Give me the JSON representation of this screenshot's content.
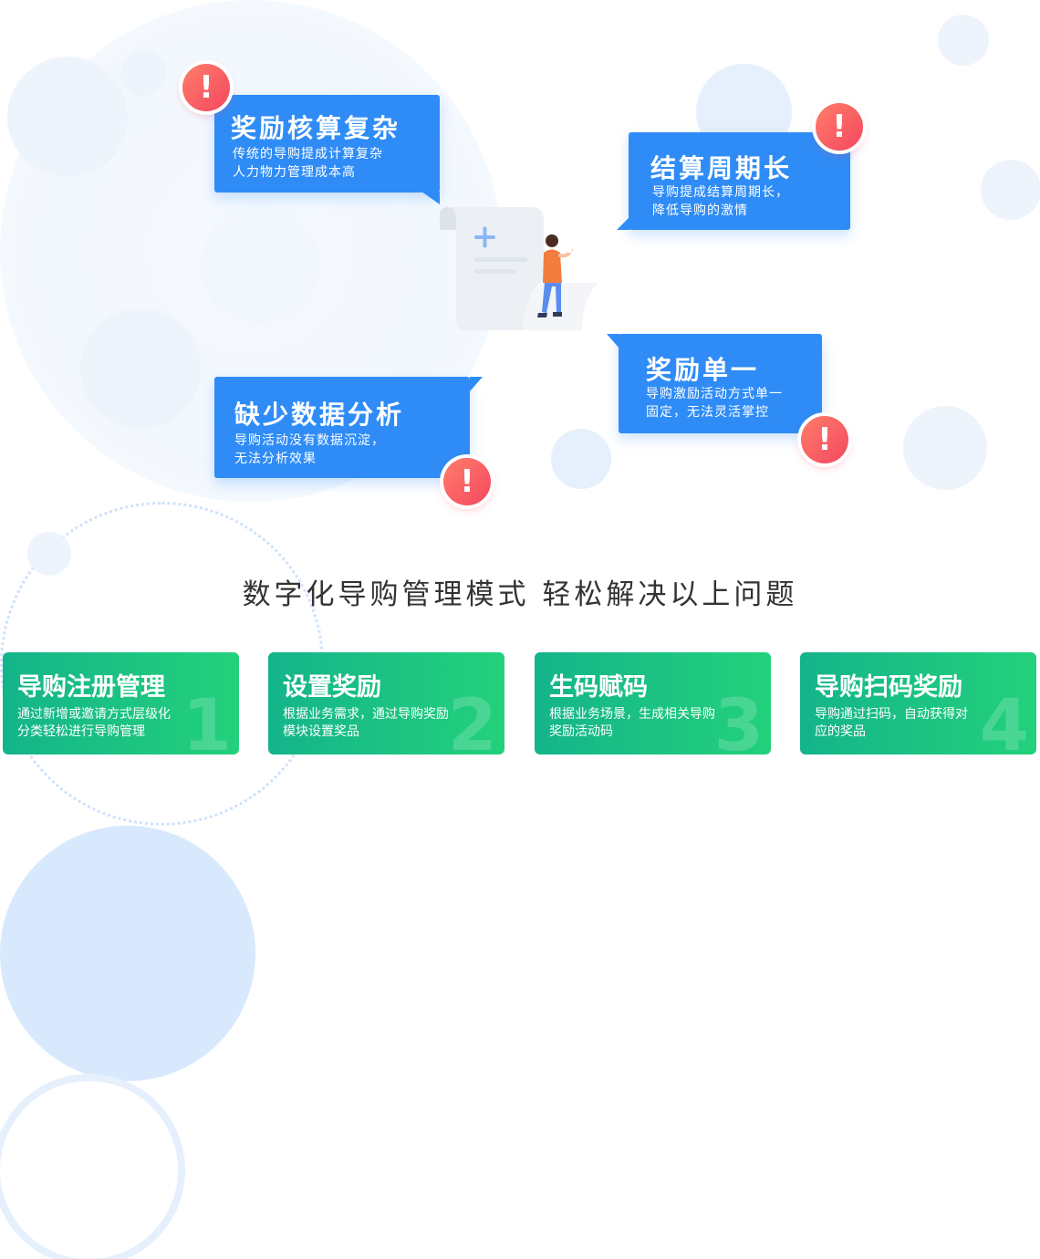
{
  "cards": [
    {
      "title": "奖励核算复杂",
      "line1": "传统的导购提成计算复杂",
      "line2": "人力物力管理成本高"
    },
    {
      "title": "结算周期长",
      "line1": "导购提成结算周期长，",
      "line2": "降低导购的激情"
    },
    {
      "title": "奖励单一",
      "line1": "导购激励活动方式单一",
      "line2": "固定，无法灵活掌控"
    },
    {
      "title": "缺少数据分析",
      "line1": "导购活动没有数据沉淀，",
      "line2": "无法分析效果"
    }
  ],
  "warning_icon": {
    "name": "exclamation-icon",
    "glyph": "!",
    "color": "#f4485f"
  },
  "headline": "数字化导购管理模式  轻松解决以上问题",
  "features": [
    {
      "title": "导购注册管理",
      "line1": "通过新增或邀请方式层级化",
      "line2": "分类轻松进行导购管理",
      "number": "1"
    },
    {
      "title": "设置奖励",
      "line1": "根据业务需求，通过导购奖励",
      "line2": "模块设置奖品",
      "number": "2"
    },
    {
      "title": "生码赋码",
      "line1": "根据业务场景，生成相关导购",
      "line2": "奖励活动码",
      "number": "3"
    },
    {
      "title": "导购扫码奖励",
      "line1": "导购通过扫码，自动获得对",
      "line2": "应的奖品",
      "number": "4"
    }
  ],
  "colors": {
    "card_blue": "#2f8cf6",
    "feature_green_start": "#14b48a",
    "feature_green_end": "#23d17b",
    "warning_red": "#f4485f"
  }
}
